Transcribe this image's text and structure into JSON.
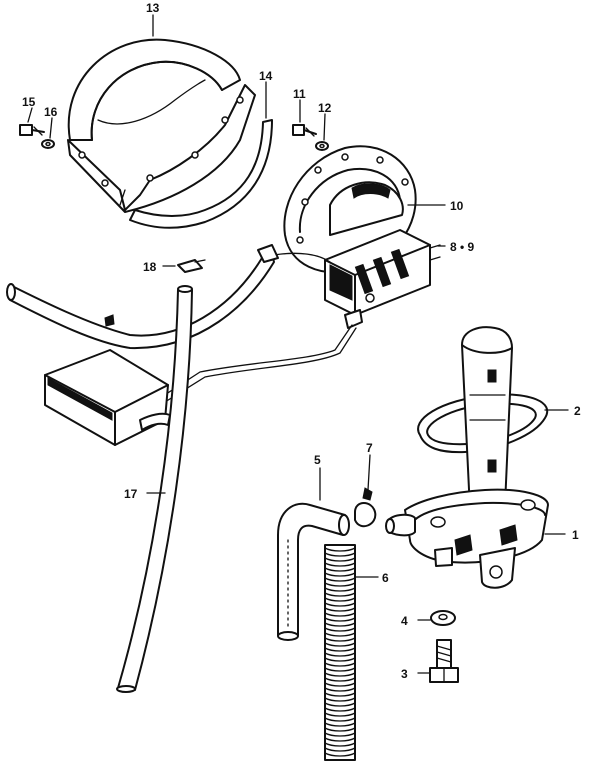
{
  "callouts": {
    "c1": "1",
    "c2": "2",
    "c3": "3",
    "c4": "4",
    "c5": "5",
    "c6": "6",
    "c7": "7",
    "c8_9": "8 • 9",
    "c10": "10",
    "c11": "11",
    "c12": "12",
    "c13": "13",
    "c14": "14",
    "c15": "15",
    "c16": "16",
    "c17": "17",
    "c18": "18"
  }
}
